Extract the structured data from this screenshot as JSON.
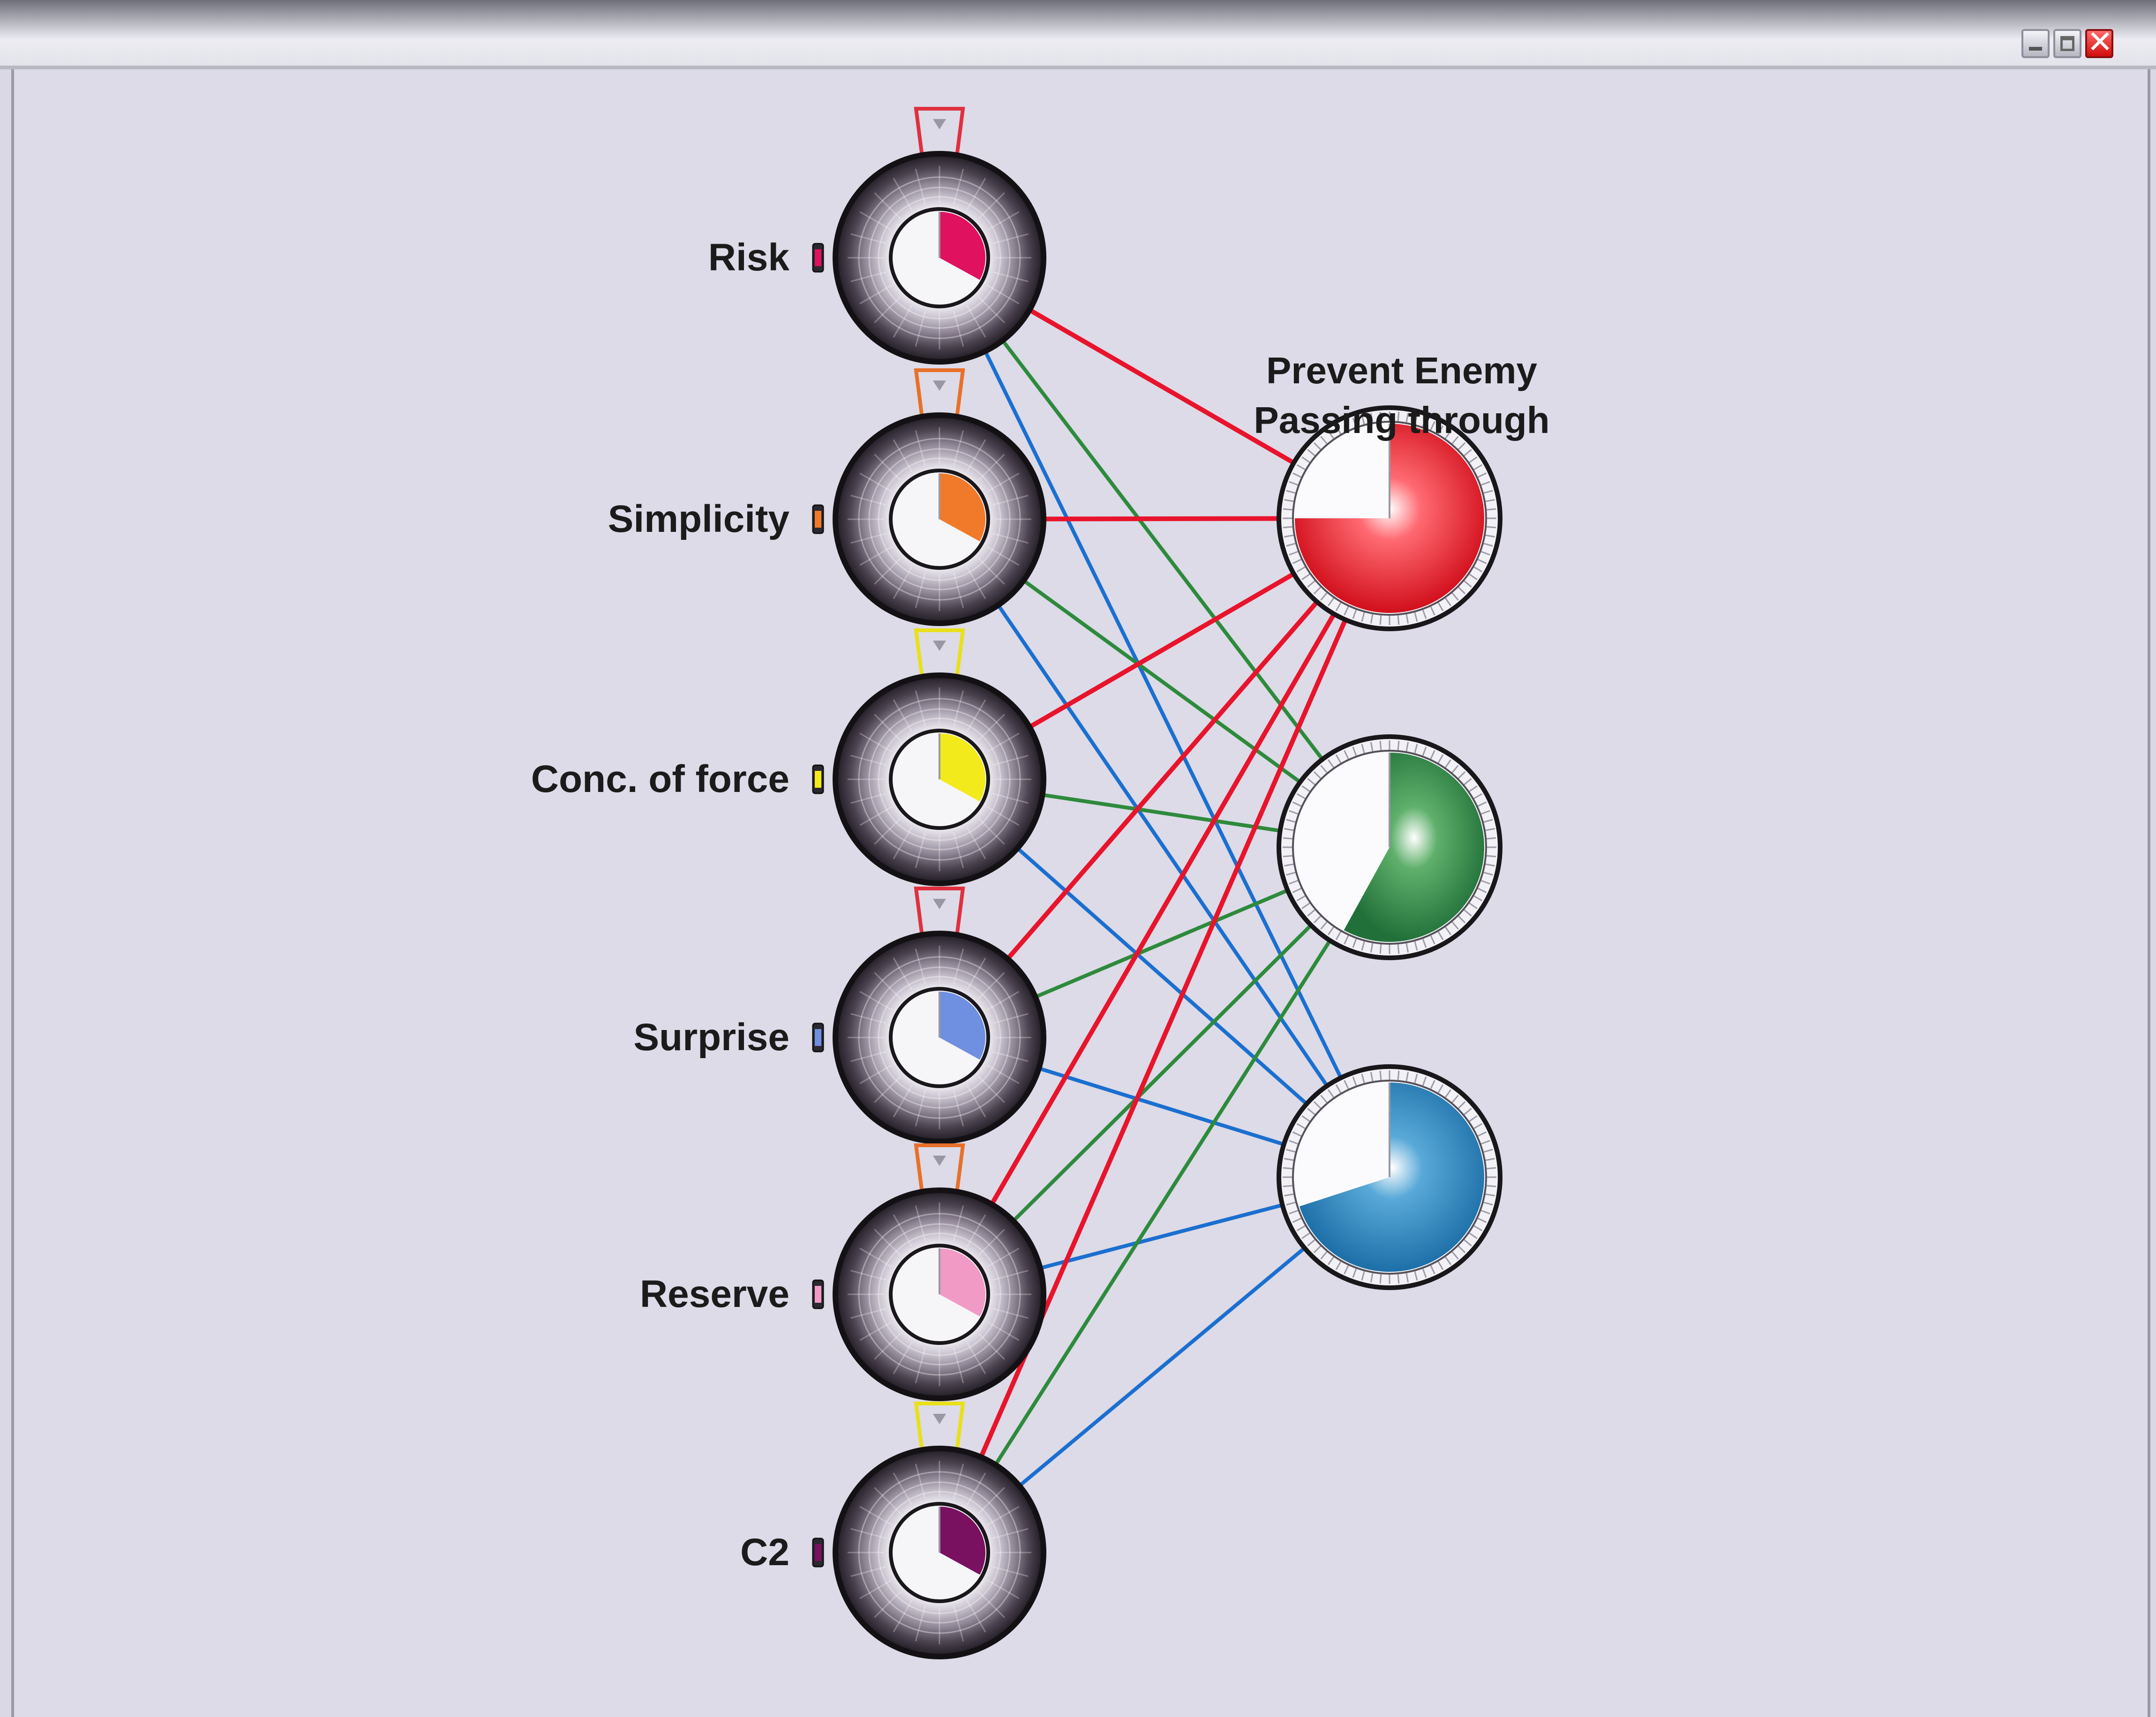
{
  "window": {
    "controls": {
      "close_glyph": "✕"
    }
  },
  "goal": {
    "title_line1": "Prevent Enemy",
    "title_line2": "Passing through"
  },
  "criteria": [
    {
      "label": "Risk",
      "color": "#e0115f",
      "ring": "#e03040",
      "value": 0.33
    },
    {
      "label": "Simplicity",
      "color": "#f07a2a",
      "ring": "#e8702a",
      "value": 0.33
    },
    {
      "label": "Conc. of force",
      "color": "#f2ea1a",
      "ring": "#e9e01a",
      "value": 0.33
    },
    {
      "label": "Surprise",
      "color": "#6f8fe0",
      "ring": "#e03040",
      "value": 0.33
    },
    {
      "label": "Reserve",
      "color": "#f19ac6",
      "ring": "#e8702a",
      "value": 0.33
    },
    {
      "label": "C2",
      "color": "#7a1060",
      "ring": "#e9e01a",
      "value": 0.33
    }
  ],
  "outcomes": [
    {
      "name": "red",
      "color": "#e8141c",
      "value": 0.75
    },
    {
      "name": "green",
      "color": "#2f8a3b",
      "value": 0.58
    },
    {
      "name": "blue",
      "color": "#1f78b4",
      "value": 0.7
    }
  ],
  "link_colors": {
    "red": "#e8142c",
    "green": "#2e8a3c",
    "blue": "#1b6fd0"
  }
}
